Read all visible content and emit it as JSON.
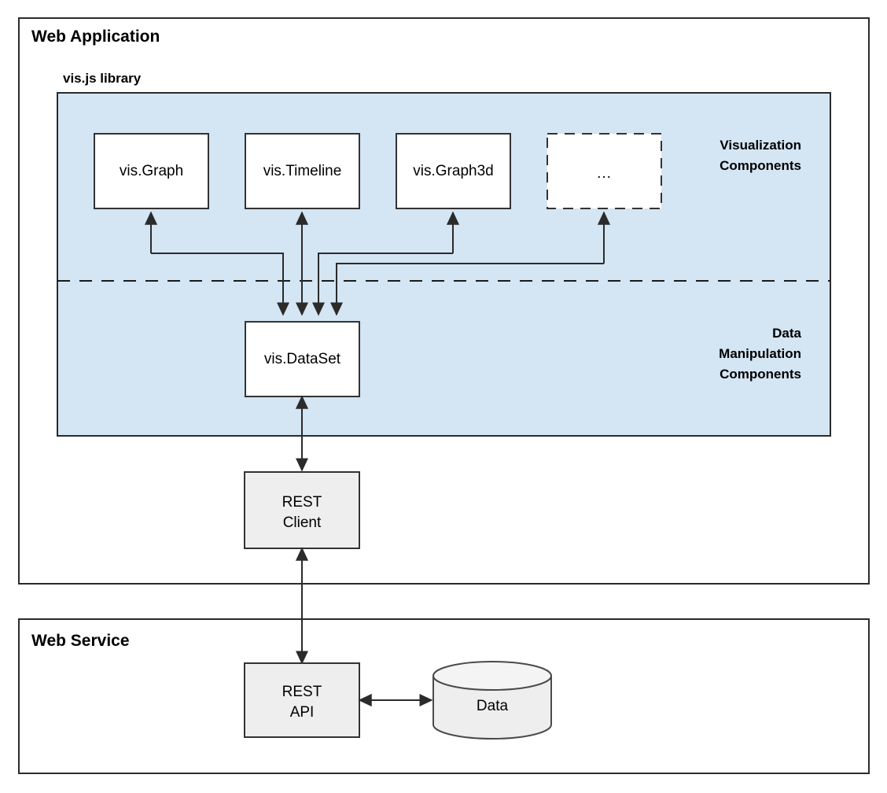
{
  "frames": {
    "web_application": {
      "title": "Web Application"
    },
    "web_service": {
      "title": "Web Service"
    }
  },
  "library": {
    "title": "vis.js library",
    "panel_color": "#d4e5f3",
    "tiers": [
      {
        "label_lines": [
          "Visualization",
          "Components"
        ]
      },
      {
        "label_lines": [
          "Data",
          "Manipulation",
          "Components"
        ]
      }
    ]
  },
  "nodes": {
    "vis_graph": {
      "label": "vis.Graph"
    },
    "vis_timeline": {
      "label": "vis.Timeline"
    },
    "vis_graph3d": {
      "label": "vis.Graph3d"
    },
    "more_components": {
      "label": "..."
    },
    "vis_dataset": {
      "label": "vis.DataSet"
    },
    "rest_client": {
      "label_lines": [
        "REST",
        "Client"
      ]
    },
    "rest_api": {
      "label_lines": [
        "REST",
        "API"
      ]
    },
    "data_store": {
      "label": "Data"
    }
  },
  "colors": {
    "panel_fill": "#d4e5f3",
    "box_fill": "#ffffff",
    "grey_fill": "#eeeeee",
    "stroke": "#2b2b2b"
  }
}
